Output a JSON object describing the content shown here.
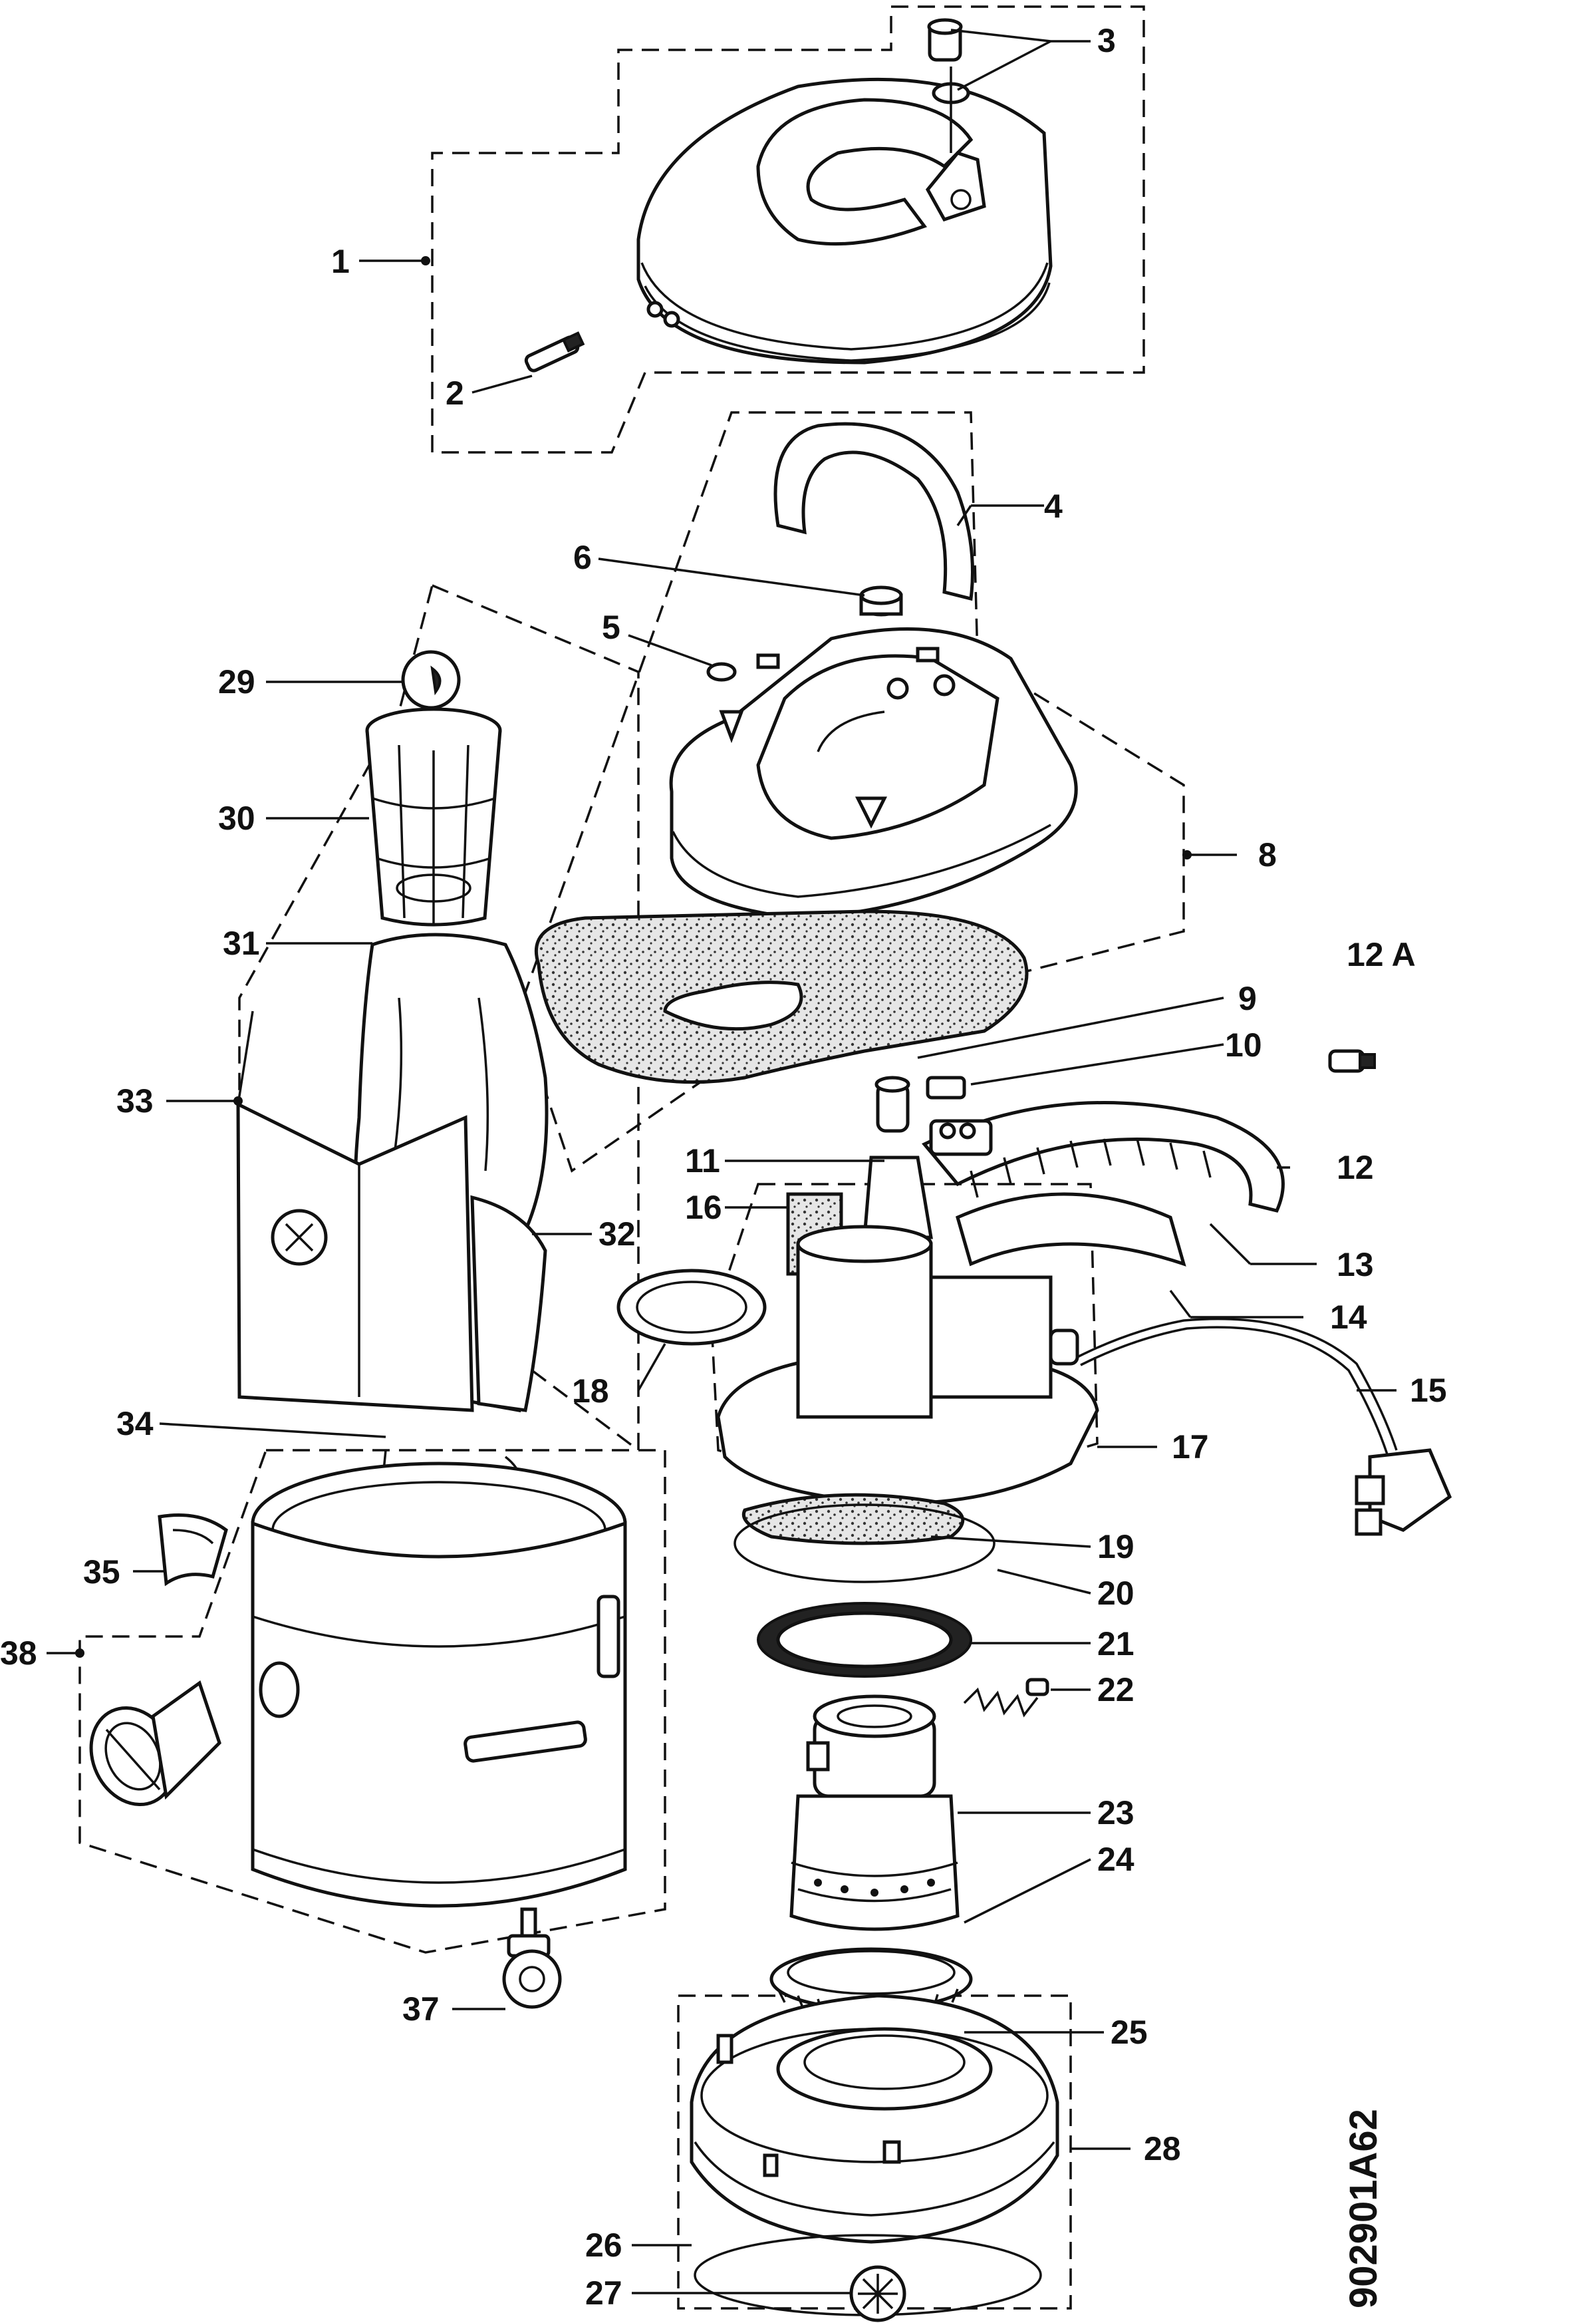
{
  "diagram": {
    "document_code": "902901A62",
    "callouts": [
      "1",
      "2",
      "3",
      "4",
      "5",
      "6",
      "8",
      "9",
      "10",
      "11",
      "12",
      "12 A",
      "13",
      "14",
      "15",
      "16",
      "17",
      "18",
      "19",
      "20",
      "21",
      "22",
      "23",
      "24",
      "25",
      "26",
      "27",
      "28",
      "29",
      "30",
      "31",
      "32",
      "33",
      "34",
      "35",
      "37",
      "38"
    ]
  }
}
